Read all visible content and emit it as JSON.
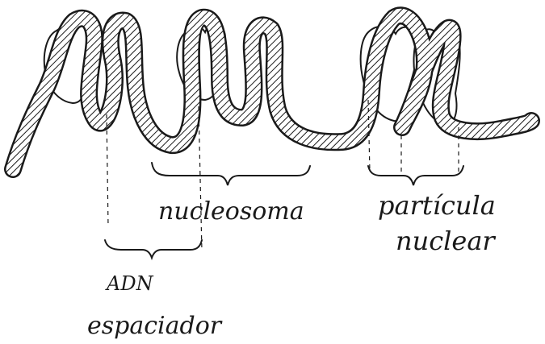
{
  "labels": {
    "nucleosome": "nucleosoma",
    "core_particle_line1": "partícula",
    "core_particle_line2": "nuclear",
    "linker_line1": "ADN",
    "linker_line2": "espaciador"
  },
  "colors": {
    "ink": "#1a1a1a",
    "paper": "#ffffff",
    "histone_fill": "#ffffff"
  },
  "icons": {
    "histone_core": "oval-blob",
    "dna_strand": "hatched-coil"
  }
}
